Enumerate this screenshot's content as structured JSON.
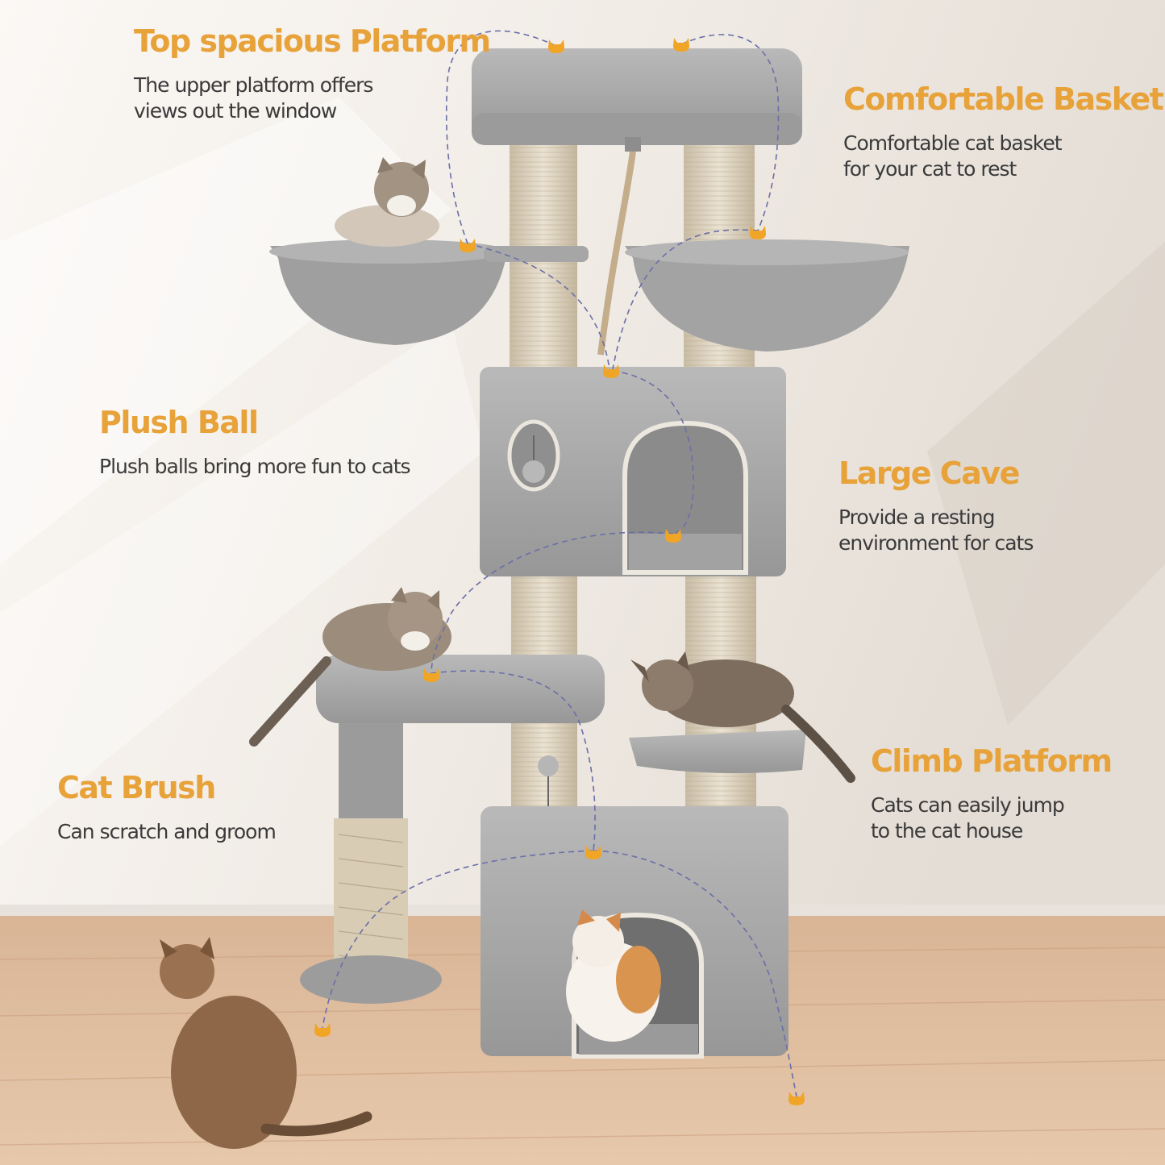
{
  "colors": {
    "title_accent": "#e8a23a",
    "body_text": "#3a3a3a",
    "plush_grey": "#a8a8a8",
    "sisal": "#ddd3c0",
    "marker": "#f0a526",
    "dash_line": "#6a6fa8"
  },
  "features": {
    "top_platform": {
      "title": "Top spacious Platform",
      "line1": "The upper platform offers",
      "line2": "views out the window"
    },
    "basket": {
      "title": "Comfortable Basket",
      "line1": "Comfortable cat basket",
      "line2": "for your cat to rest"
    },
    "plush_ball": {
      "title": "Plush Ball",
      "line1": "Plush balls bring more fun to cats"
    },
    "cave": {
      "title": "Large Cave",
      "line1": "Provide a resting",
      "line2": "environment for cats"
    },
    "brush": {
      "title": "Cat Brush",
      "line1": "Can scratch and groom"
    },
    "climb": {
      "title": "Climb Platform",
      "line1": "Cats can easily jump",
      "line2": "to the cat house"
    }
  },
  "icons": [
    "cat-head-marker-icon"
  ]
}
